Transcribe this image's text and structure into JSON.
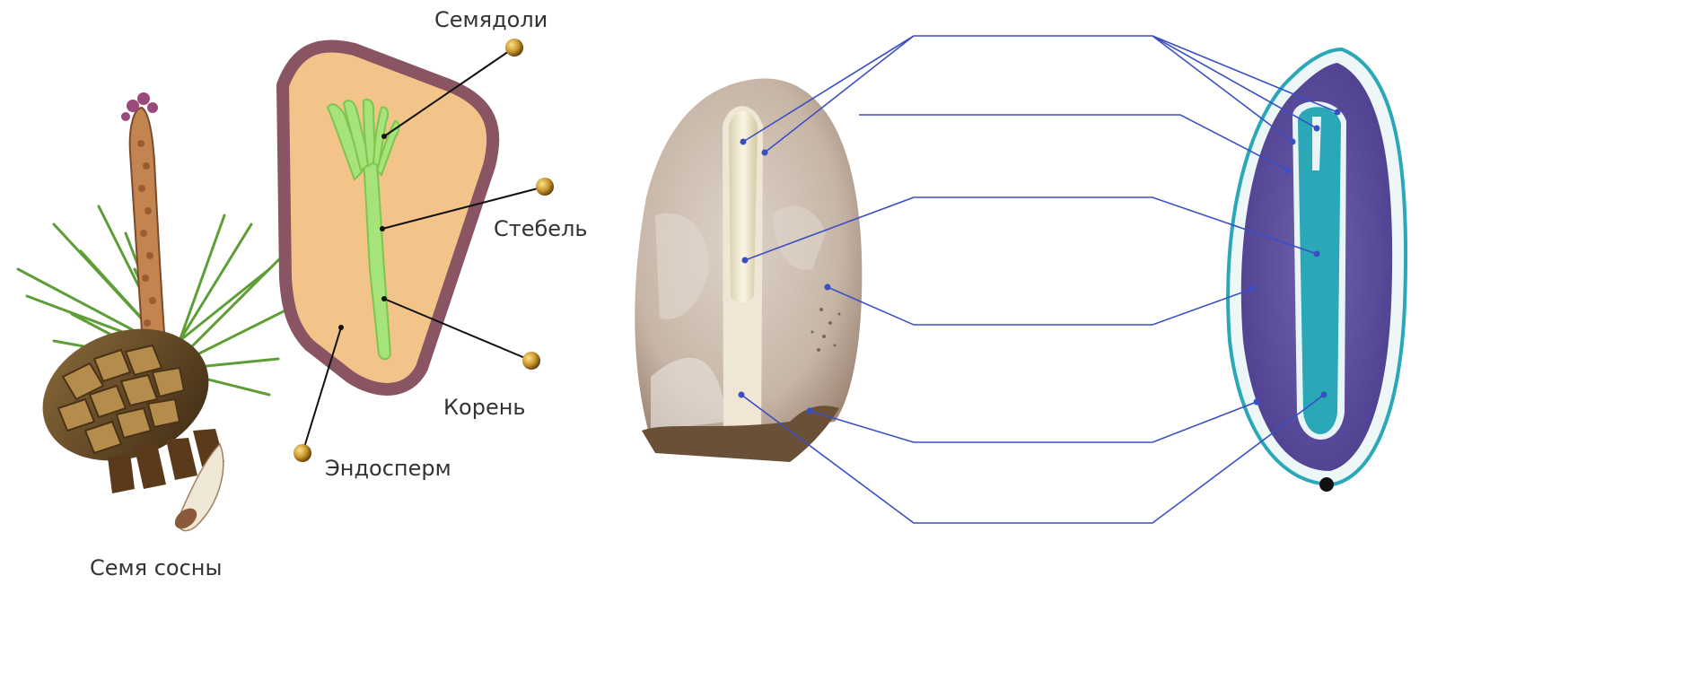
{
  "labels": {
    "cotyledons": "Семядоли",
    "stem": "Стебель",
    "root": "Корень",
    "endosperm": "Эндосперм",
    "seed_caption": "Семя сосны"
  },
  "colors": {
    "leader_line": "#3b4fc4",
    "seed_coat_outline": "#8a5563",
    "endosperm_fill": "#f2c489",
    "embryo_green": "#a6e37a",
    "pin_head": "#c9962e",
    "stain_blue": "#2aa8b8",
    "stain_purple": "#6150a3"
  },
  "icons": [
    "pine-branch-with-cone",
    "pine-seed-icon",
    "seed-section-diagram",
    "seed-photo",
    "stained-micrograph"
  ]
}
